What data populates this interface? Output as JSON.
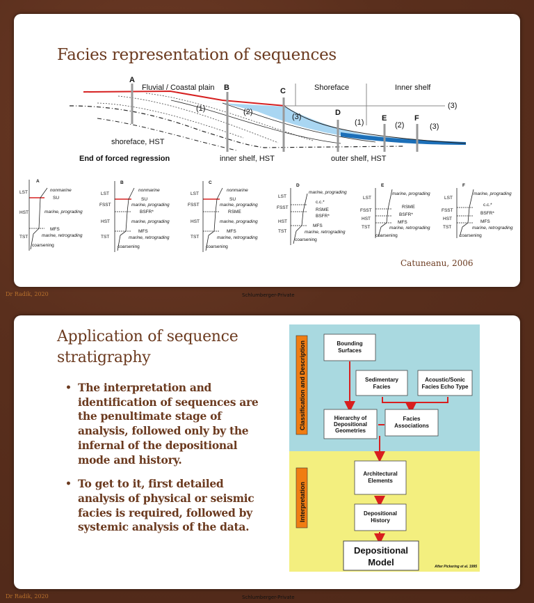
{
  "slide1": {
    "title": "Facies representation of sequences",
    "citation": "Catuneanu, 2006",
    "diagram": {
      "top_labels": {
        "fluvial": "Fluvial / Coastal plain",
        "shoreface": "Shoreface",
        "inner_shelf": "Inner shelf"
      },
      "well_letters": [
        "A",
        "B",
        "C",
        "D",
        "E",
        "F"
      ],
      "numbers": {
        "n1": "(1)",
        "n2": "(2)",
        "n3": "(3)"
      },
      "bottom_labels": {
        "shoreface_hst": "shoreface, HST",
        "end_forced": "End of forced regression",
        "inner_shelf_hst": "inner shelf, HST",
        "outer_shelf_hst": "outer shelf, HST"
      }
    },
    "logs": {
      "A": {
        "letter": "A",
        "sys": {
          "lst": "LST",
          "hst": "HST",
          "tst": "TST"
        },
        "ann": {
          "nonmarine": "nonmarine",
          "su": "SU",
          "marine_prog": "marine, prograding",
          "mfs": "MFS",
          "marine_retro": "marine, retrograding"
        },
        "coarsening": "coarsening"
      },
      "B": {
        "letter": "B",
        "sys": {
          "lst": "LST",
          "fsst": "FSST",
          "hst": "HST",
          "tst": "TST"
        },
        "ann": {
          "nonmarine": "nonmarine",
          "su": "SU",
          "marine_prog": "marine, prograding",
          "bsfr": "BSFR*",
          "marine_prog2": "marine, prograding",
          "mfs": "MFS",
          "marine_retro": "marine, retrograding"
        },
        "coarsening": "coarsening"
      },
      "C": {
        "letter": "C",
        "sys": {
          "lst": "LST",
          "fsst": "FSST",
          "hst": "HST",
          "tst": "TST"
        },
        "ann": {
          "nonmarine": "nonmarine",
          "su": "SU",
          "marine_prog": "marine, prograding",
          "rsme": "RSME",
          "marine_prog2": "marine, prograding",
          "mfs": "MFS",
          "marine_retro": "marine, retrograding"
        },
        "coarsening": "coarsening"
      },
      "D": {
        "letter": "D",
        "sys": {
          "lst": "LST",
          "fsst": "FSST",
          "hst": "HST",
          "tst": "TST"
        },
        "ann": {
          "marine_prog": "marine, prograding",
          "cc": "c.c.*",
          "rsme": "RSME",
          "bsfr": "BSFR*",
          "mfs": "MFS",
          "marine_retro": "marine, retrograding"
        },
        "coarsening": "coarsening"
      },
      "E": {
        "letter": "E",
        "sys": {
          "lst": "LST",
          "fsst": "FSST",
          "hst": "HST",
          "tst": "TST"
        },
        "ann": {
          "marine_prog": "marine, prograding",
          "rsme": "RSME",
          "bsfr": "BSFR*",
          "mfs": "MFS",
          "marine_retro": "marine, retrograding"
        },
        "coarsening": "coarsening"
      },
      "F": {
        "letter": "F",
        "sys": {
          "lst": "LST",
          "fsst": "FSST",
          "hst": "HST",
          "tst": "TST"
        },
        "ann": {
          "marine_prog": "marine, prograding",
          "cc": "c.c.*",
          "bsfr": "BSFR*",
          "mfs": "MFS",
          "marine_retro": "marine, retrograding"
        },
        "coarsening": "coarsening"
      }
    },
    "footer_left": "Dr Radik, 2020",
    "footer_center": "Schlumberger-Private"
  },
  "slide2": {
    "title": "Application of sequence stratigraphy",
    "bullets": [
      "The interpretation and identification of sequences are the penultimate stage of analysis, followed only by the infernal of the depositional mode and history.",
      "To get to it, first detailed analysis of physical or seismic facies is required, followed by systemic analysis of the data."
    ],
    "flowchart": {
      "side_top": "Classification and Description",
      "side_bottom": "Interpretation",
      "boxes": {
        "bounding": [
          "Bounding",
          "Surfaces"
        ],
        "sedimentary": [
          "Sedimentary",
          "Facies"
        ],
        "acoustic": [
          "Acoustic/Sonic",
          "Facies Echo Type"
        ],
        "hierarchy": [
          "Hierarchy of",
          "Depositional",
          "Geometries"
        ],
        "associations": [
          "Facies",
          "Associations"
        ],
        "architectural": [
          "Architectural",
          "Elements"
        ],
        "history": [
          "Depositional",
          "History"
        ],
        "model": [
          "Depositional",
          "Model"
        ]
      },
      "credit": "After Pickering et al. 1995",
      "colors": {
        "top_bg": "#a9d9e0",
        "bottom_bg": "#f3ef7f",
        "arrow": "#d81f1f",
        "side_label": "#f07d12"
      }
    },
    "footer_left": "Dr Radik, 2020",
    "footer_center": "Schlumberger-Private"
  }
}
